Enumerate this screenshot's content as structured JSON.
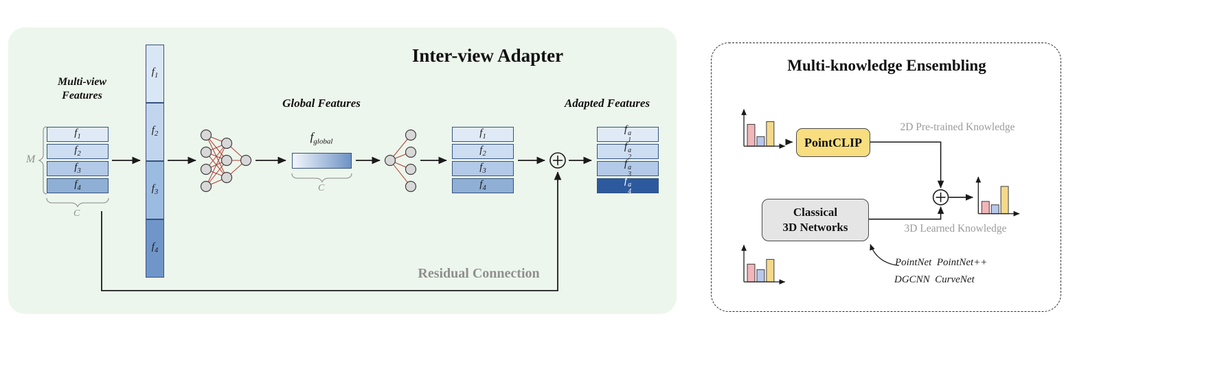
{
  "colors": {
    "panel_green": "#edf6ec",
    "wire_black": "#1a1a1a",
    "nn_line_red": "#b03a30",
    "nn_node_gray": "#d8d8d8",
    "box_border_blue": "#33527e",
    "row_blue_1": "#e0eaf7",
    "row_blue_2": "#cdddf2",
    "row_blue_3": "#b2c9e8",
    "row_blue_4": "#8fafd5",
    "row_blue_dark": "#2d5a9e",
    "col_blue_1": "#d9e6f5",
    "col_blue_2": "#c2d5ee",
    "col_blue_3": "#9cbbe0",
    "col_blue_4": "#7096c9",
    "global_grad_left": "#f3f7fc",
    "global_grad_right": "#6d92c4",
    "gray_label": "#8f8f8f",
    "bar_pink": "#f2b6ba",
    "bar_blue": "#b9c7ea",
    "bar_yellow": "#f5d98b",
    "pointclip_yellow": "#f8de7e",
    "classical_gray": "#e5e5e5"
  },
  "icons": {
    "fusion": "circled-plus",
    "feature_histogram": "bar-chart",
    "encoder": "mlp-network",
    "decoder": "mlp-network"
  },
  "adapter": {
    "title": "Inter-view Adapter",
    "multiview_line1": "Multi-view",
    "multiview_line2": "Features",
    "m_label": "M",
    "c_label": "C",
    "global_label": "Global Features",
    "c_label_global": "C",
    "f_global": {
      "b": "f",
      "sub": "global"
    },
    "adapted_label": "Adapted Features",
    "residual_label": "Residual Connection",
    "stack1": [
      {
        "b": "f",
        "sub": "1"
      },
      {
        "b": "f",
        "sub": "2"
      },
      {
        "b": "f",
        "sub": "3"
      },
      {
        "b": "f",
        "sub": "4"
      }
    ],
    "column": [
      {
        "b": "f",
        "sub": "1"
      },
      {
        "b": "f",
        "sub": "2"
      },
      {
        "b": "f",
        "sub": "3"
      },
      {
        "b": "f",
        "sub": "4"
      }
    ],
    "stack2": [
      {
        "b": "f",
        "sub": "1"
      },
      {
        "b": "f",
        "sub": "2"
      },
      {
        "b": "f",
        "sub": "3"
      },
      {
        "b": "f",
        "sub": "4"
      }
    ],
    "stack3": [
      {
        "b": "f",
        "sub": "1",
        "sup": "a"
      },
      {
        "b": "f",
        "sub": "2",
        "sup": "a"
      },
      {
        "b": "f",
        "sub": "3",
        "sup": "a"
      },
      {
        "b": "f",
        "sub": "4",
        "sup": "a"
      }
    ]
  },
  "ensembling": {
    "title": "Multi-knowledge Ensembling",
    "pointclip": "PointCLIP",
    "classical_line1": "Classical",
    "classical_line2": "3D Networks",
    "knowledge_2d": "2D Pre-trained Knowledge",
    "knowledge_3d": "3D Learned Knowledge",
    "networks_line1": "PointNet  PointNet++",
    "networks_line2": "DGCNN  CurveNet"
  }
}
